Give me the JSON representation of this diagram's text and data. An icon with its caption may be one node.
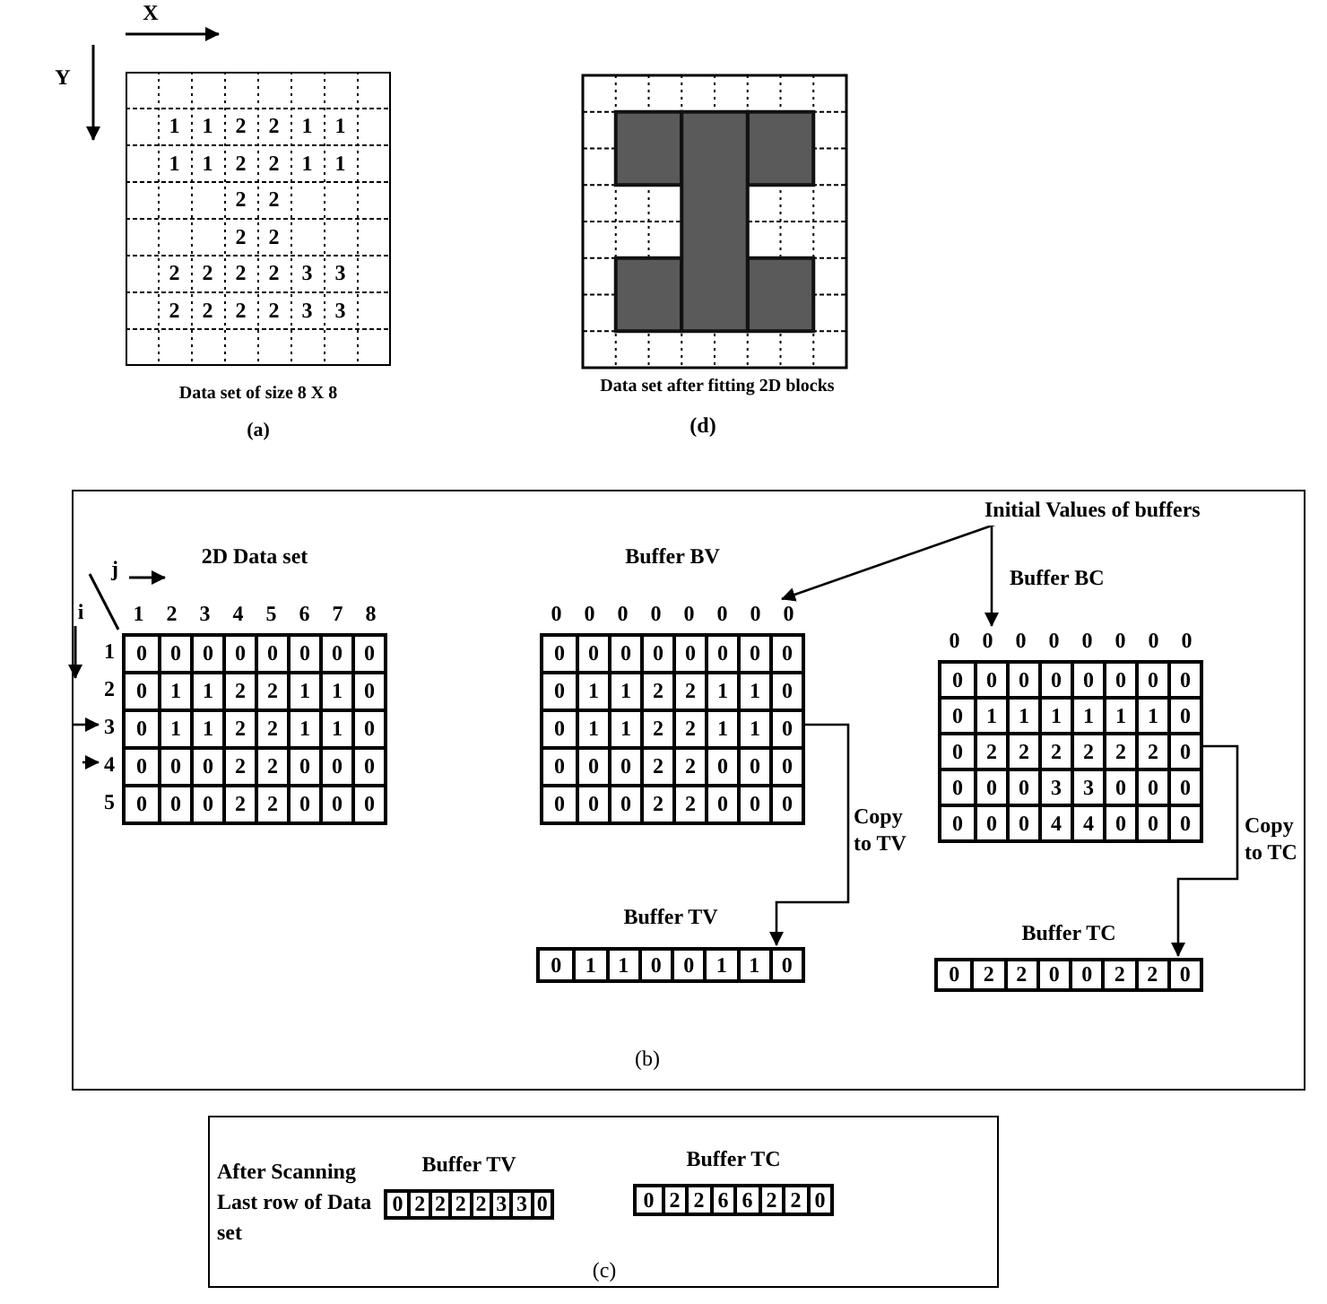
{
  "diagram": {
    "nodes": [
      {
        "text": [
          "1 1 2 2 1 1",
          "1 1 2 2 1 1",
          "2 2",
          "2 2",
          "2 2 2 2 3 3",
          "2 2 2 2 3 3"
        ],
        "beside": [
          "Data set of size 8 X 8",
          "(a)"
        ]
      },
      {
        "text": [
          "(b)"
        ]
      },
      {
        "text": [
          "2D Data set",
          "1 2 3 4 5 6 7 8",
          "1 2 3 4 5",
          "0 0 0 0 0 0 0 0",
          "0 1 1 2 2 1 1 0",
          "0 1 1 2 2 1 1 0",
          "0 0 0 2 2 0 0 0",
          "0 0 0 2 2 0 0 0"
        ],
        "beside": [
          "i"
        ],
        "in": 1
      },
      {
        "text": [
          "Initial Values of buffers"
        ],
        "in": 1
      },
      {
        "text": [
          "Buffer BV",
          "0 0 0 0 0 0 0 0",
          "0 0 0 0 0 0 0 0",
          "0 1 1 2 2 1 1 0",
          "0 1 1 2 2 1 1 0",
          "0 0 0 2 2 0 0 0",
          "0 0 0 2 2 0 0 0"
        ],
        "in": 1
      },
      {
        "text": [
          "Buffer BC",
          "0 0 0 0 0 0 0 0",
          "0 0 0 0 0 0 0 0",
          "0 1 1 1 1 1 1 0",
          "0 2 2 2 2 2 2 0",
          "0 0 0 3 3 0 0 0",
          "0 0 0 4 4 0 0 0"
        ],
        "in": 1
      },
      {
        "text": [
          "Buffer TV",
          "0 1 1 0 0 1 1 0"
        ],
        "in": 1
      },
      {
        "text": [
          "Buffer TC",
          "0 2 2 0 0 2 2 0"
        ],
        "in": 1
      },
      {
        "text": [
          "(c)"
        ]
      },
      {
        "text": [
          "Buffer TV",
          "0 2 2 2 2 3 3 0"
        ],
        "in": 8
      },
      {
        "text": [
          "Buffer TC",
          "0 2 2 6 6 2 2 0"
        ],
        "in": 8
      }
    ],
    "edges": [
      {
        "from": 3,
        "to": 4,
        "arrow": "to"
      },
      {
        "from": 3,
        "to": 5,
        "arrow": "to"
      },
      {
        "from": 4,
        "to": 6,
        "arrow": "to",
        "label": "Copy to TV"
      },
      {
        "from": 5,
        "to": 7,
        "arrow": "to",
        "label": "Copy to TC"
      },
      {
        "from": null,
        "to": 2,
        "arrow": "to"
      },
      {
        "from": null,
        "to": 2,
        "arrow": "to"
      }
    ],
    "labels": [
      "X",
      "Y",
      "Data set after fitting 2D blocks",
      "(d)",
      "j",
      "After Scanning Last row of Data set"
    ]
  }
}
